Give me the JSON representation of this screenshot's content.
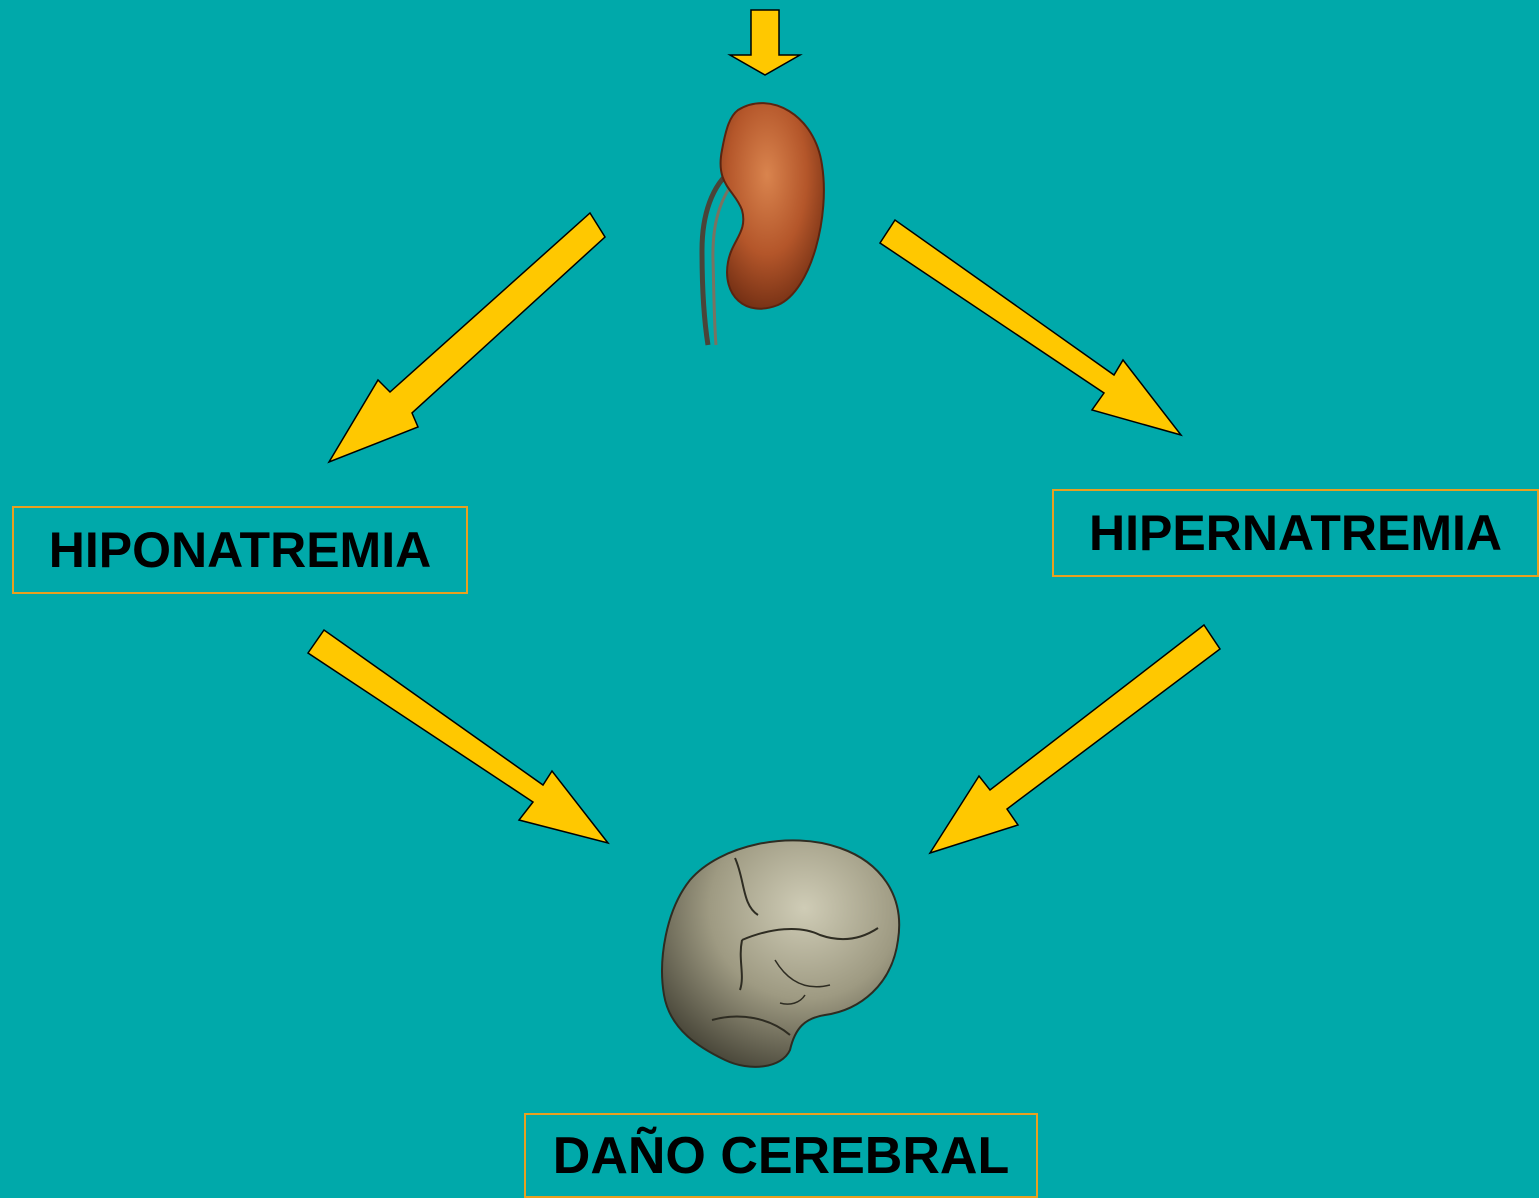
{
  "labels": {
    "hiponatremia": "HIPONATREMIA",
    "hipernatremia": "HIPERNATREMIA",
    "dano_cerebral": "DAÑO CEREBRAL"
  },
  "colors": {
    "background": "#00A9AA",
    "arrow_fill": "#FFC800",
    "arrow_stroke": "#000000",
    "box_border": "#E8A020",
    "kidney": "#B4562A",
    "brain": "#9E9A82"
  },
  "icons": {
    "organ_top": "kidney-icon",
    "organ_bottom": "brain-icon"
  }
}
